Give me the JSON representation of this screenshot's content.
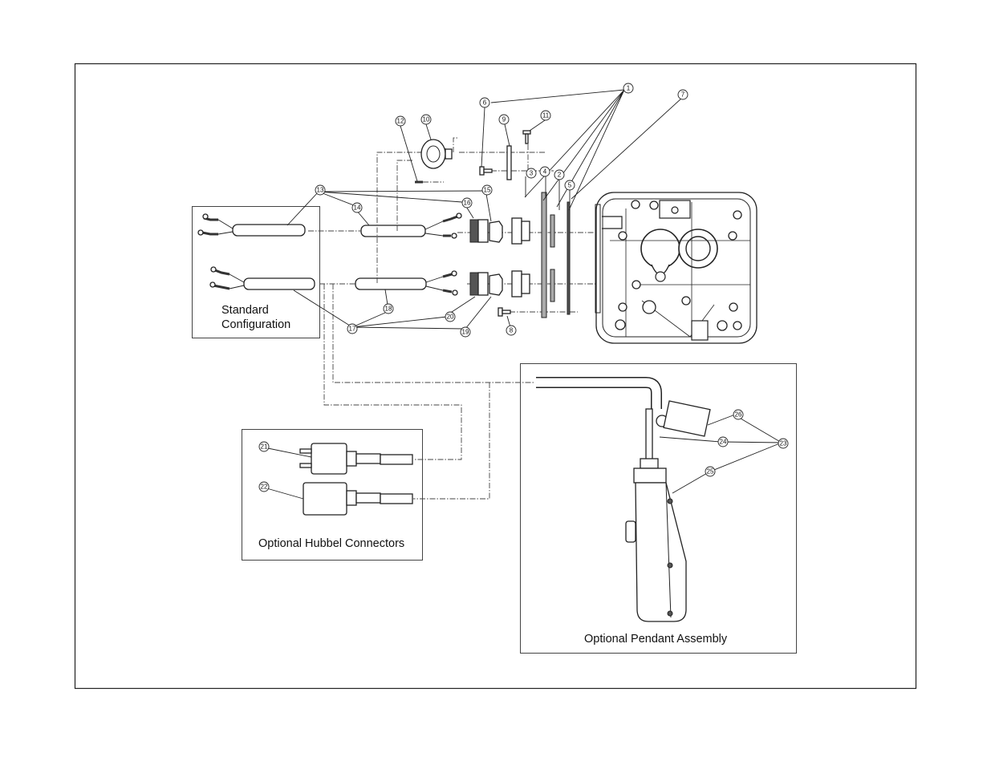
{
  "labels": {
    "standard": [
      "Standard",
      "Configuration"
    ],
    "hubbel": "Optional Hubbel Connectors",
    "pendant": "Optional Pendant Assembly"
  },
  "callouts": [
    "1",
    "2",
    "3",
    "4",
    "5",
    "6",
    "7",
    "8",
    "9",
    "10",
    "11",
    "12",
    "13",
    "14",
    "15",
    "16",
    "17",
    "18",
    "19",
    "20",
    "21",
    "22",
    "23",
    "24",
    "25",
    "26"
  ]
}
